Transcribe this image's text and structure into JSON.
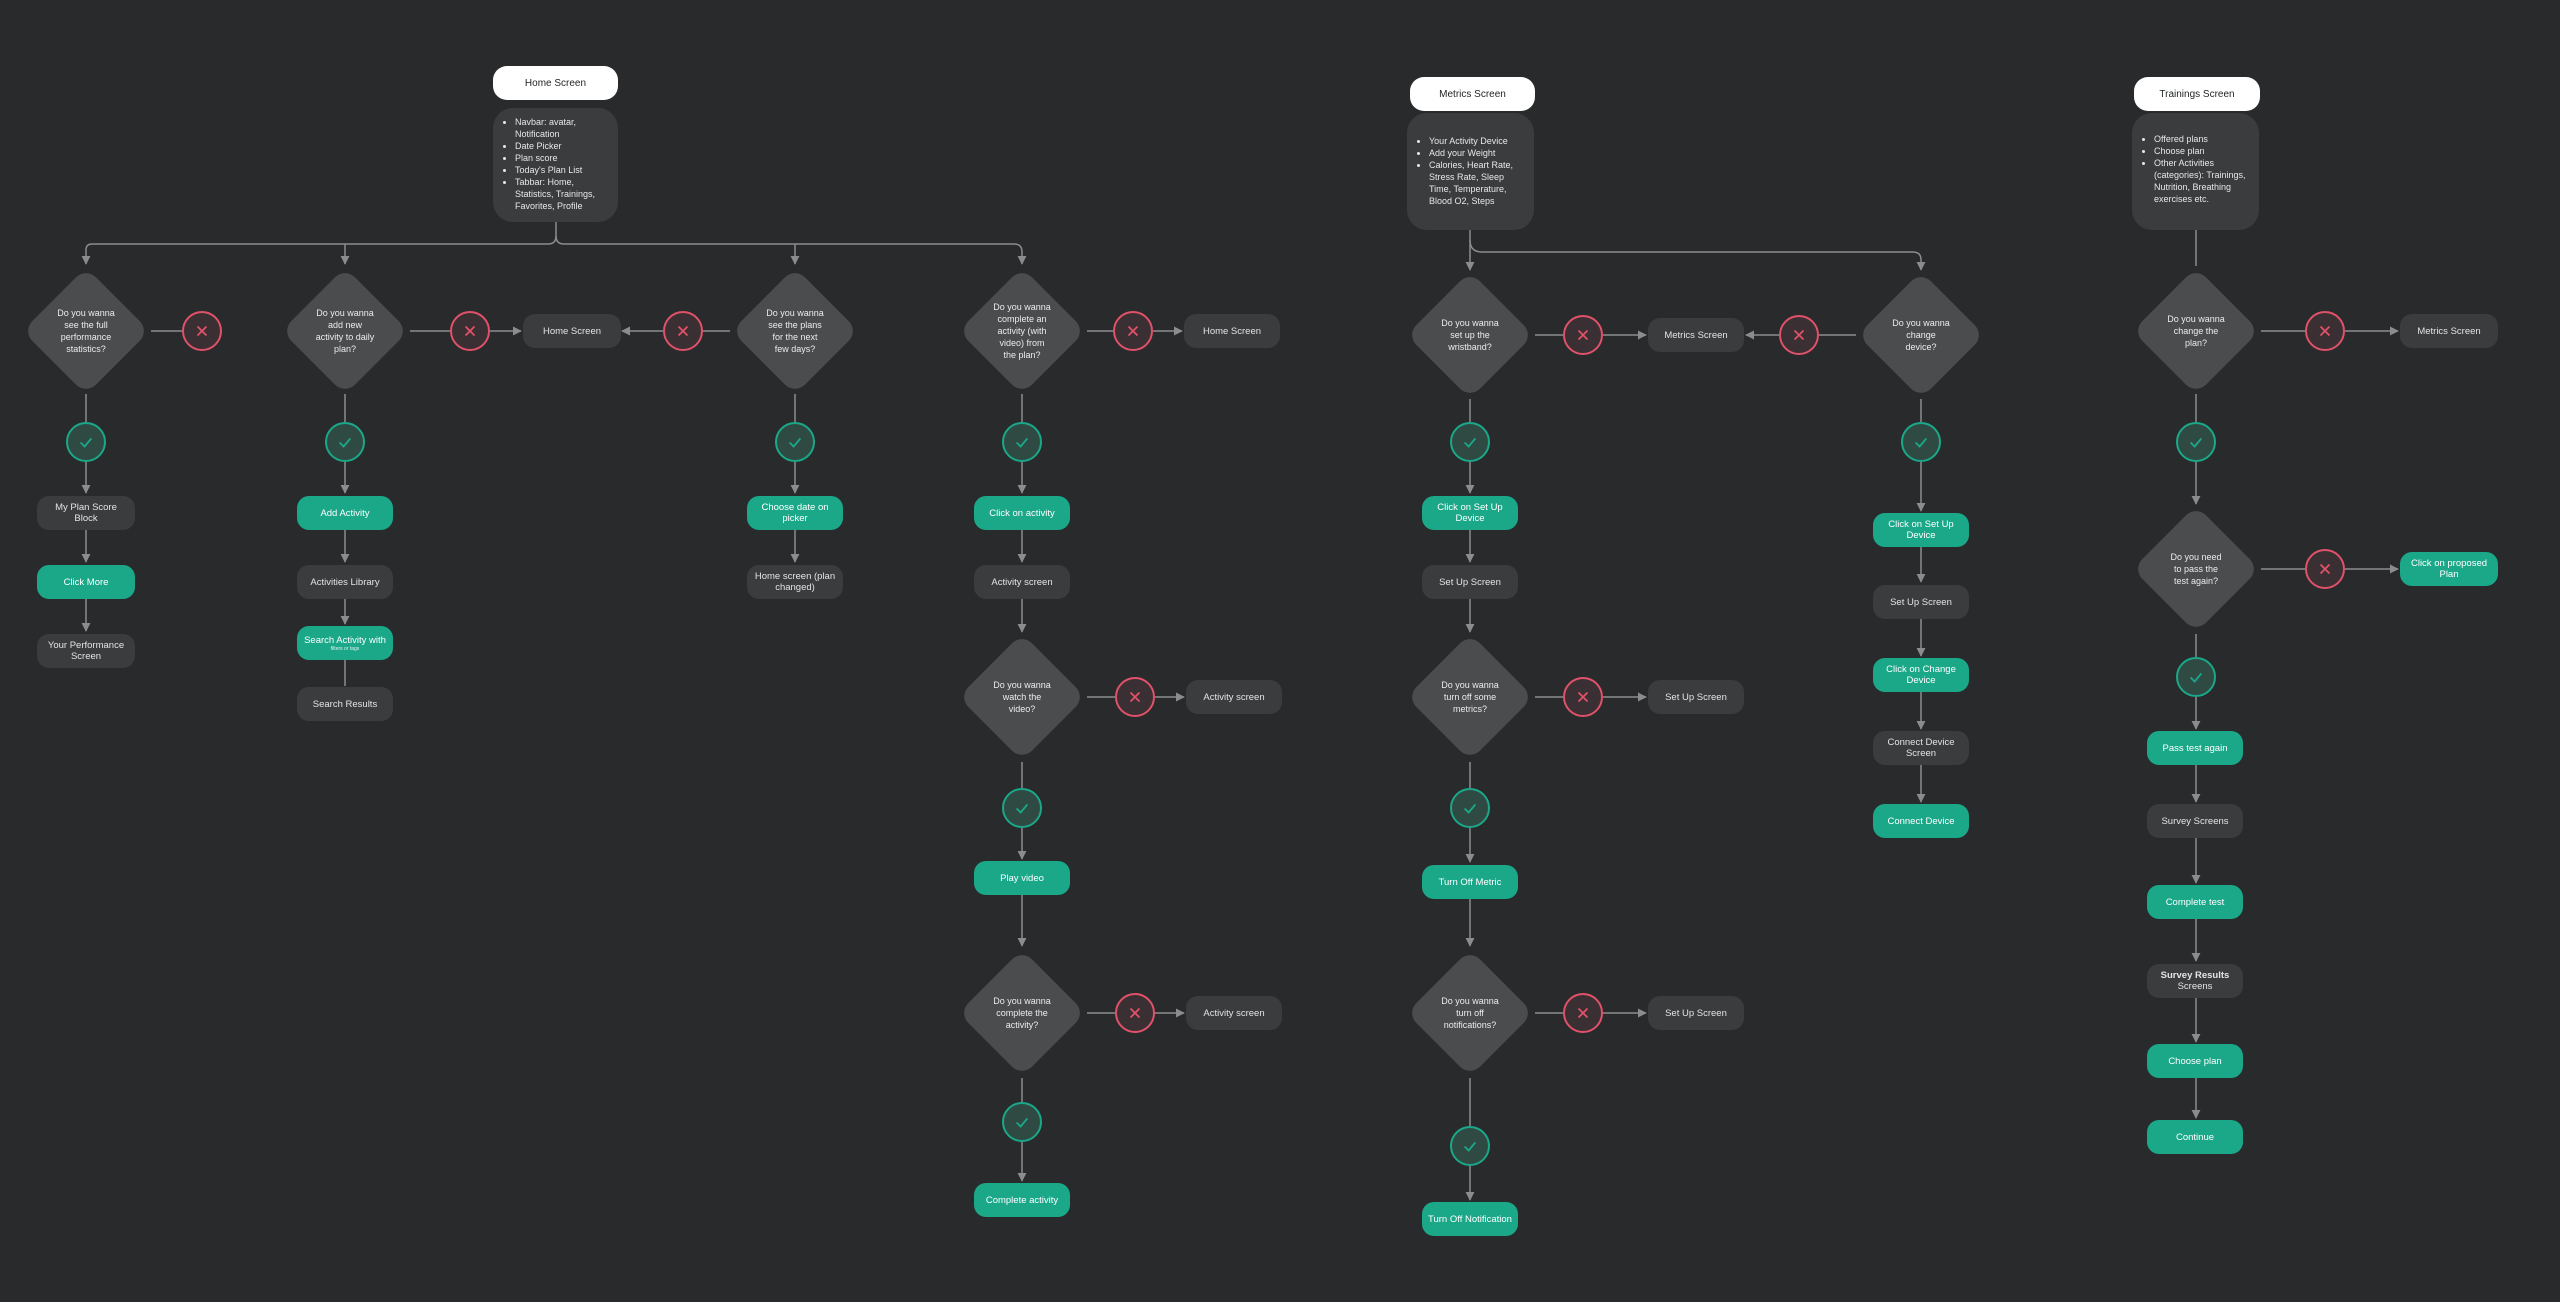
{
  "sections": {
    "home": {
      "title": "Home Screen",
      "notes": [
        "Navbar: avatar, Notification",
        "Date Picker",
        "Plan score",
        "Today's Plan List",
        "Tabbar: Home, Statistics, Trainings, Favorites, Profile"
      ]
    },
    "metrics": {
      "title": "Metrics Screen",
      "notes": [
        "Your Activity Device",
        "Add your Weight",
        "Calories, Heart Rate, Stress Rate, Sleep Time, Temperature, Blood O2, Steps"
      ]
    },
    "trainings": {
      "title": "Trainings Screen",
      "notes": [
        "Offered plans",
        "Choose plan",
        "Other Activities (categories): Trainings, Nutrition, Breathing exercises etc."
      ]
    }
  },
  "decisions": {
    "full_stats": "Do you wanna see the full performance statistics?",
    "add_activity": "Do you wanna add new activity to daily plan?",
    "see_plans": "Do you wanna see the plans for the next few days?",
    "complete_video": "Do you wanna complete an activity (with video) from the plan?",
    "watch_video": "Do you wanna watch the video?",
    "complete_activity": "Do you wanna complete the activity?",
    "wristband": "Do you wanna set up the wristband?",
    "change_device": "Do you wanna change device?",
    "turn_off_metrics": "Do you wanna turn off some metrics?",
    "turn_off_notif": "Do you wanna turn off notifications?",
    "change_plan": "Do you wanna change the plan?",
    "pass_test": "Do you need to pass the test again?"
  },
  "boxes": {
    "plan_score_block": "My Plan Score Block",
    "click_more": "Click More",
    "performance_screen": "Your Performance Screen",
    "add_activity": "Add Activity",
    "activities_library": "Activities Library",
    "search_activity": "Search Activity with",
    "search_activity_sub": "filters or tags",
    "search_results": "Search Results",
    "home_screen_a": "Home Screen",
    "choose_date": "Choose date on picker",
    "home_plan_changed": "Home screen (plan changed)",
    "home_screen_b": "Home Screen",
    "click_activity": "Click on activity",
    "activity_screen": "Activity screen",
    "activity_screen_2": "Activity screen",
    "play_video": "Play video",
    "activity_screen_3": "Activity screen",
    "complete_activity": "Complete activity",
    "metrics_screen_a": "Metrics Screen",
    "click_setup_1": "Click on Set Up Device",
    "setup_screen_1": "Set Up Screen",
    "setup_screen_2": "Set Up Screen",
    "turn_off_metric": "Turn Off Metric",
    "setup_screen_3": "Set Up Screen",
    "turn_off_notification": "Turn Off Notification",
    "click_setup_2": "Click on Set Up Device",
    "setup_screen_4": "Set Up Screen",
    "click_change_device": "Click on Change Device",
    "connect_device_screen": "Connect Device Screen",
    "connect_device": "Connect Device",
    "metrics_screen_b": "Metrics Screen",
    "click_proposed_plan": "Click on proposed Plan",
    "pass_test_again": "Pass test again",
    "survey_screens": "Survey Screens",
    "complete_test": "Complete test",
    "survey_results": "Survey Results",
    "survey_results_sub": "Screens",
    "choose_plan": "Choose plan",
    "continue": "Continue"
  },
  "colors": {
    "background": "#282a2b",
    "accent_green": "#1ba889",
    "reject_red": "#e0516a",
    "edge": "#8a8c8e"
  },
  "icons": {
    "yes": "check-icon",
    "no": "close-icon"
  }
}
